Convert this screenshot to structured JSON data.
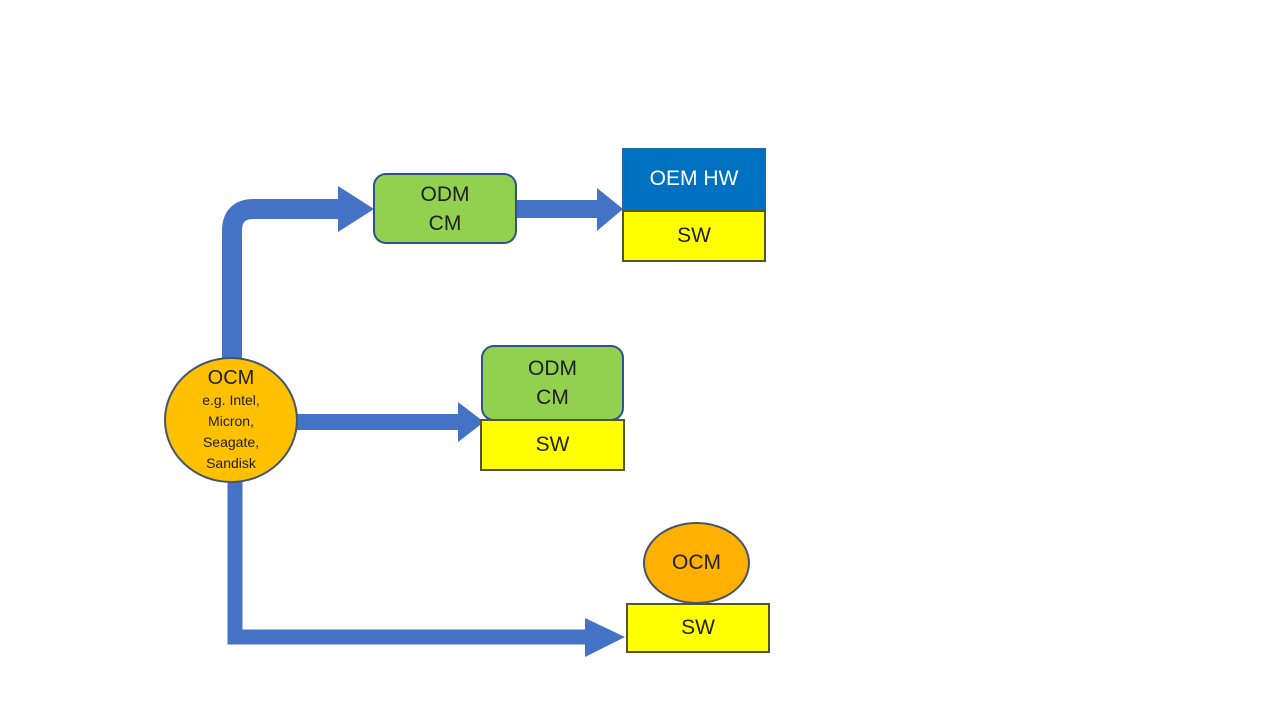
{
  "source": {
    "title": "OCM",
    "examples": [
      "e.g. Intel,",
      "Micron,",
      "Seagate,",
      "Sandisk"
    ]
  },
  "branch_top": {
    "odm_cm_lines": [
      "ODM",
      "CM"
    ],
    "oem_hw_label": "OEM HW",
    "sw_label": "SW"
  },
  "branch_middle": {
    "odm_cm_lines": [
      "ODM",
      "CM"
    ],
    "sw_label": "SW"
  },
  "branch_bottom": {
    "ocm_label": "OCM",
    "sw_label": "SW"
  },
  "colors": {
    "arrow": "#4472C4",
    "oem-blue": "#0070C0",
    "oem-blue-border": "#2368A9",
    "green": "#92D050",
    "green-border": "#2F528F",
    "yellow": "#FFFF00",
    "yellow-border": "#54542E",
    "gold": "#FFC000",
    "orange": "#FFB000",
    "ellipse-border": "#44546A"
  }
}
